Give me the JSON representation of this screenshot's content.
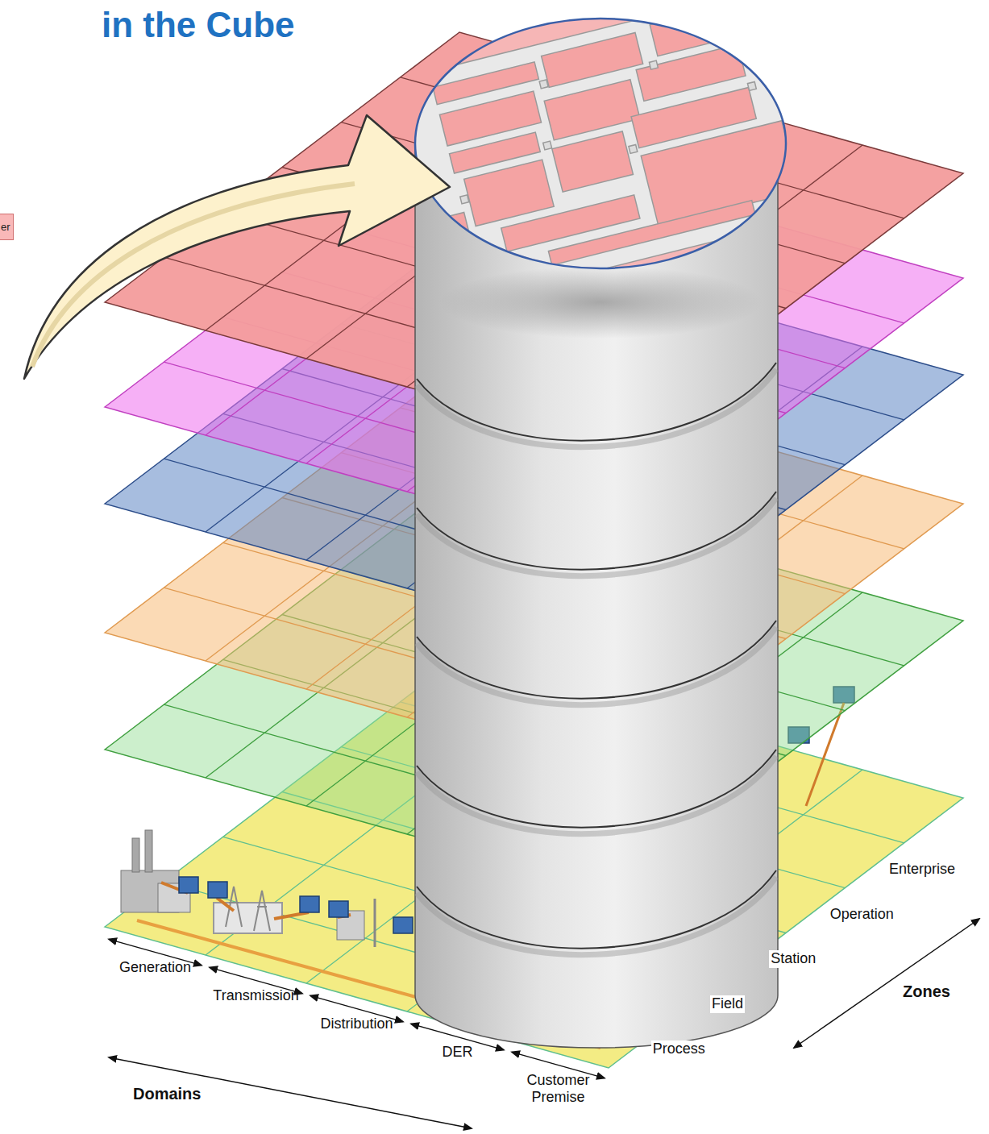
{
  "diagram": {
    "title": "in the Cube",
    "nodes": [
      {
        "text": [
          "er"
        ]
      }
    ],
    "labels": [
      "Generation",
      "Transmission",
      "Distribution",
      "DER",
      "Customer Premise",
      "Domains",
      "Enterprise",
      "Operation",
      "Station",
      "Field",
      "Process",
      "Zones"
    ]
  }
}
